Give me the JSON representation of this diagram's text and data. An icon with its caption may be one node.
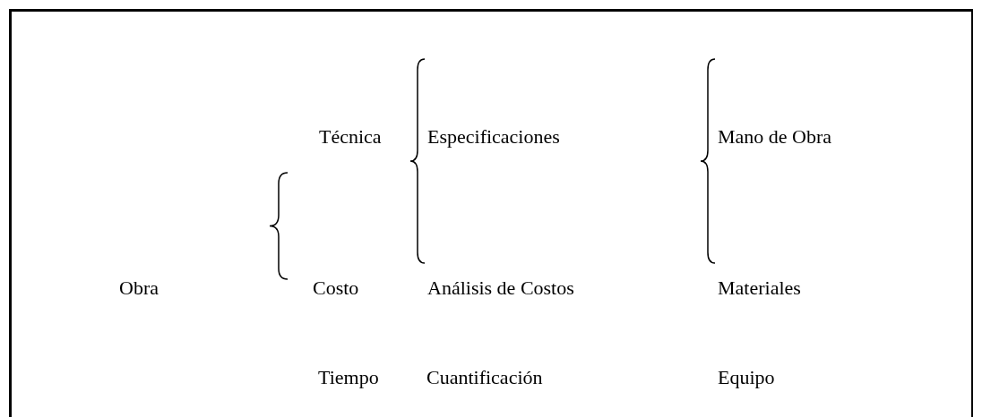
{
  "diagram": {
    "labels": [
      "Técnica",
      "Especificaciones",
      "Mano de Obra",
      "Obra",
      "Costo",
      "Análisis de Costos",
      "Materiales",
      "Tiempo",
      "Cuantificación",
      "Equipo"
    ]
  }
}
